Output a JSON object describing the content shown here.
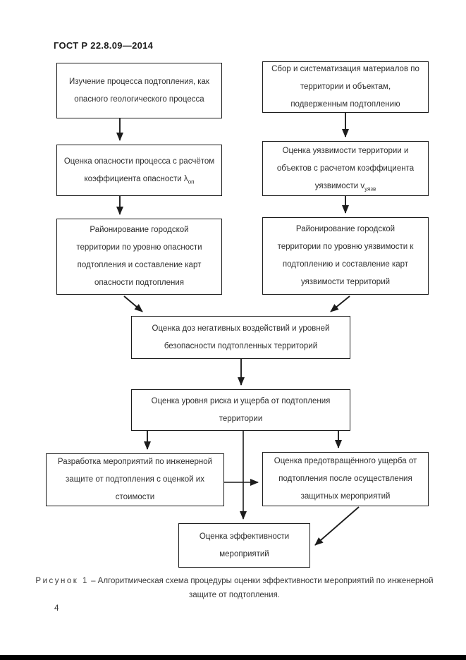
{
  "page": {
    "header": "ГОСТ Р 22.8.09—2014",
    "page_number": "4"
  },
  "flowchart": {
    "study": {
      "lines": [
        "Изучение процесса подтопления, как",
        "опасного геологического процесса"
      ]
    },
    "collect": {
      "lines": [
        "Сбор и систематизация материалов по",
        "территории и объектам,",
        "подверженным подтоплению"
      ]
    },
    "hazard": {
      "line1": "Оценка опасности процесса с расчётом",
      "line2": "коэффициента опасности λ",
      "line2_sub": "оп"
    },
    "vulnerability": {
      "line1": "Оценка уязвимости территории и",
      "line2": "объектов с расчетом коэффициента",
      "line3": "уязвимости v",
      "line3_sub": "уязв"
    },
    "zoning_hazard": {
      "lines": [
        "Районирование городской",
        "территории по уровню опасности",
        "подтопления и составление карт",
        "опасности подтопления"
      ]
    },
    "zoning_vuln": {
      "lines": [
        "Районирование городской",
        "территории по уровню уязвимости к",
        "подтоплению и составление карт",
        "уязвимости территорий"
      ]
    },
    "dose": {
      "lines": [
        "Оценка доз негативных воздействий и уровней",
        "безопасности подтопленных территорий"
      ]
    },
    "risk": {
      "lines": [
        "Оценка уровня риска и ущерба от подтопления",
        "территории"
      ]
    },
    "develop": {
      "lines": [
        "Разработка мероприятий по инженерной",
        "защите от подтопления с оценкой их",
        "стоимости"
      ]
    },
    "prevented": {
      "lines": [
        "Оценка предотвращённого ущерба от",
        "подтопления после осуществления",
        "защитных мероприятий"
      ]
    },
    "effectiveness": {
      "lines": [
        "Оценка эффективности",
        "мероприятий"
      ]
    }
  },
  "caption": {
    "label": "Рисунок 1",
    "line1_rest": " – Алгоритмическая схема процедуры оценки эффективности мероприятий по инженерной",
    "line2": "защите от подтопления."
  },
  "colors": {
    "ink": "#1c1c1c",
    "text": "#2e2e2e",
    "background": "#ffffff"
  }
}
